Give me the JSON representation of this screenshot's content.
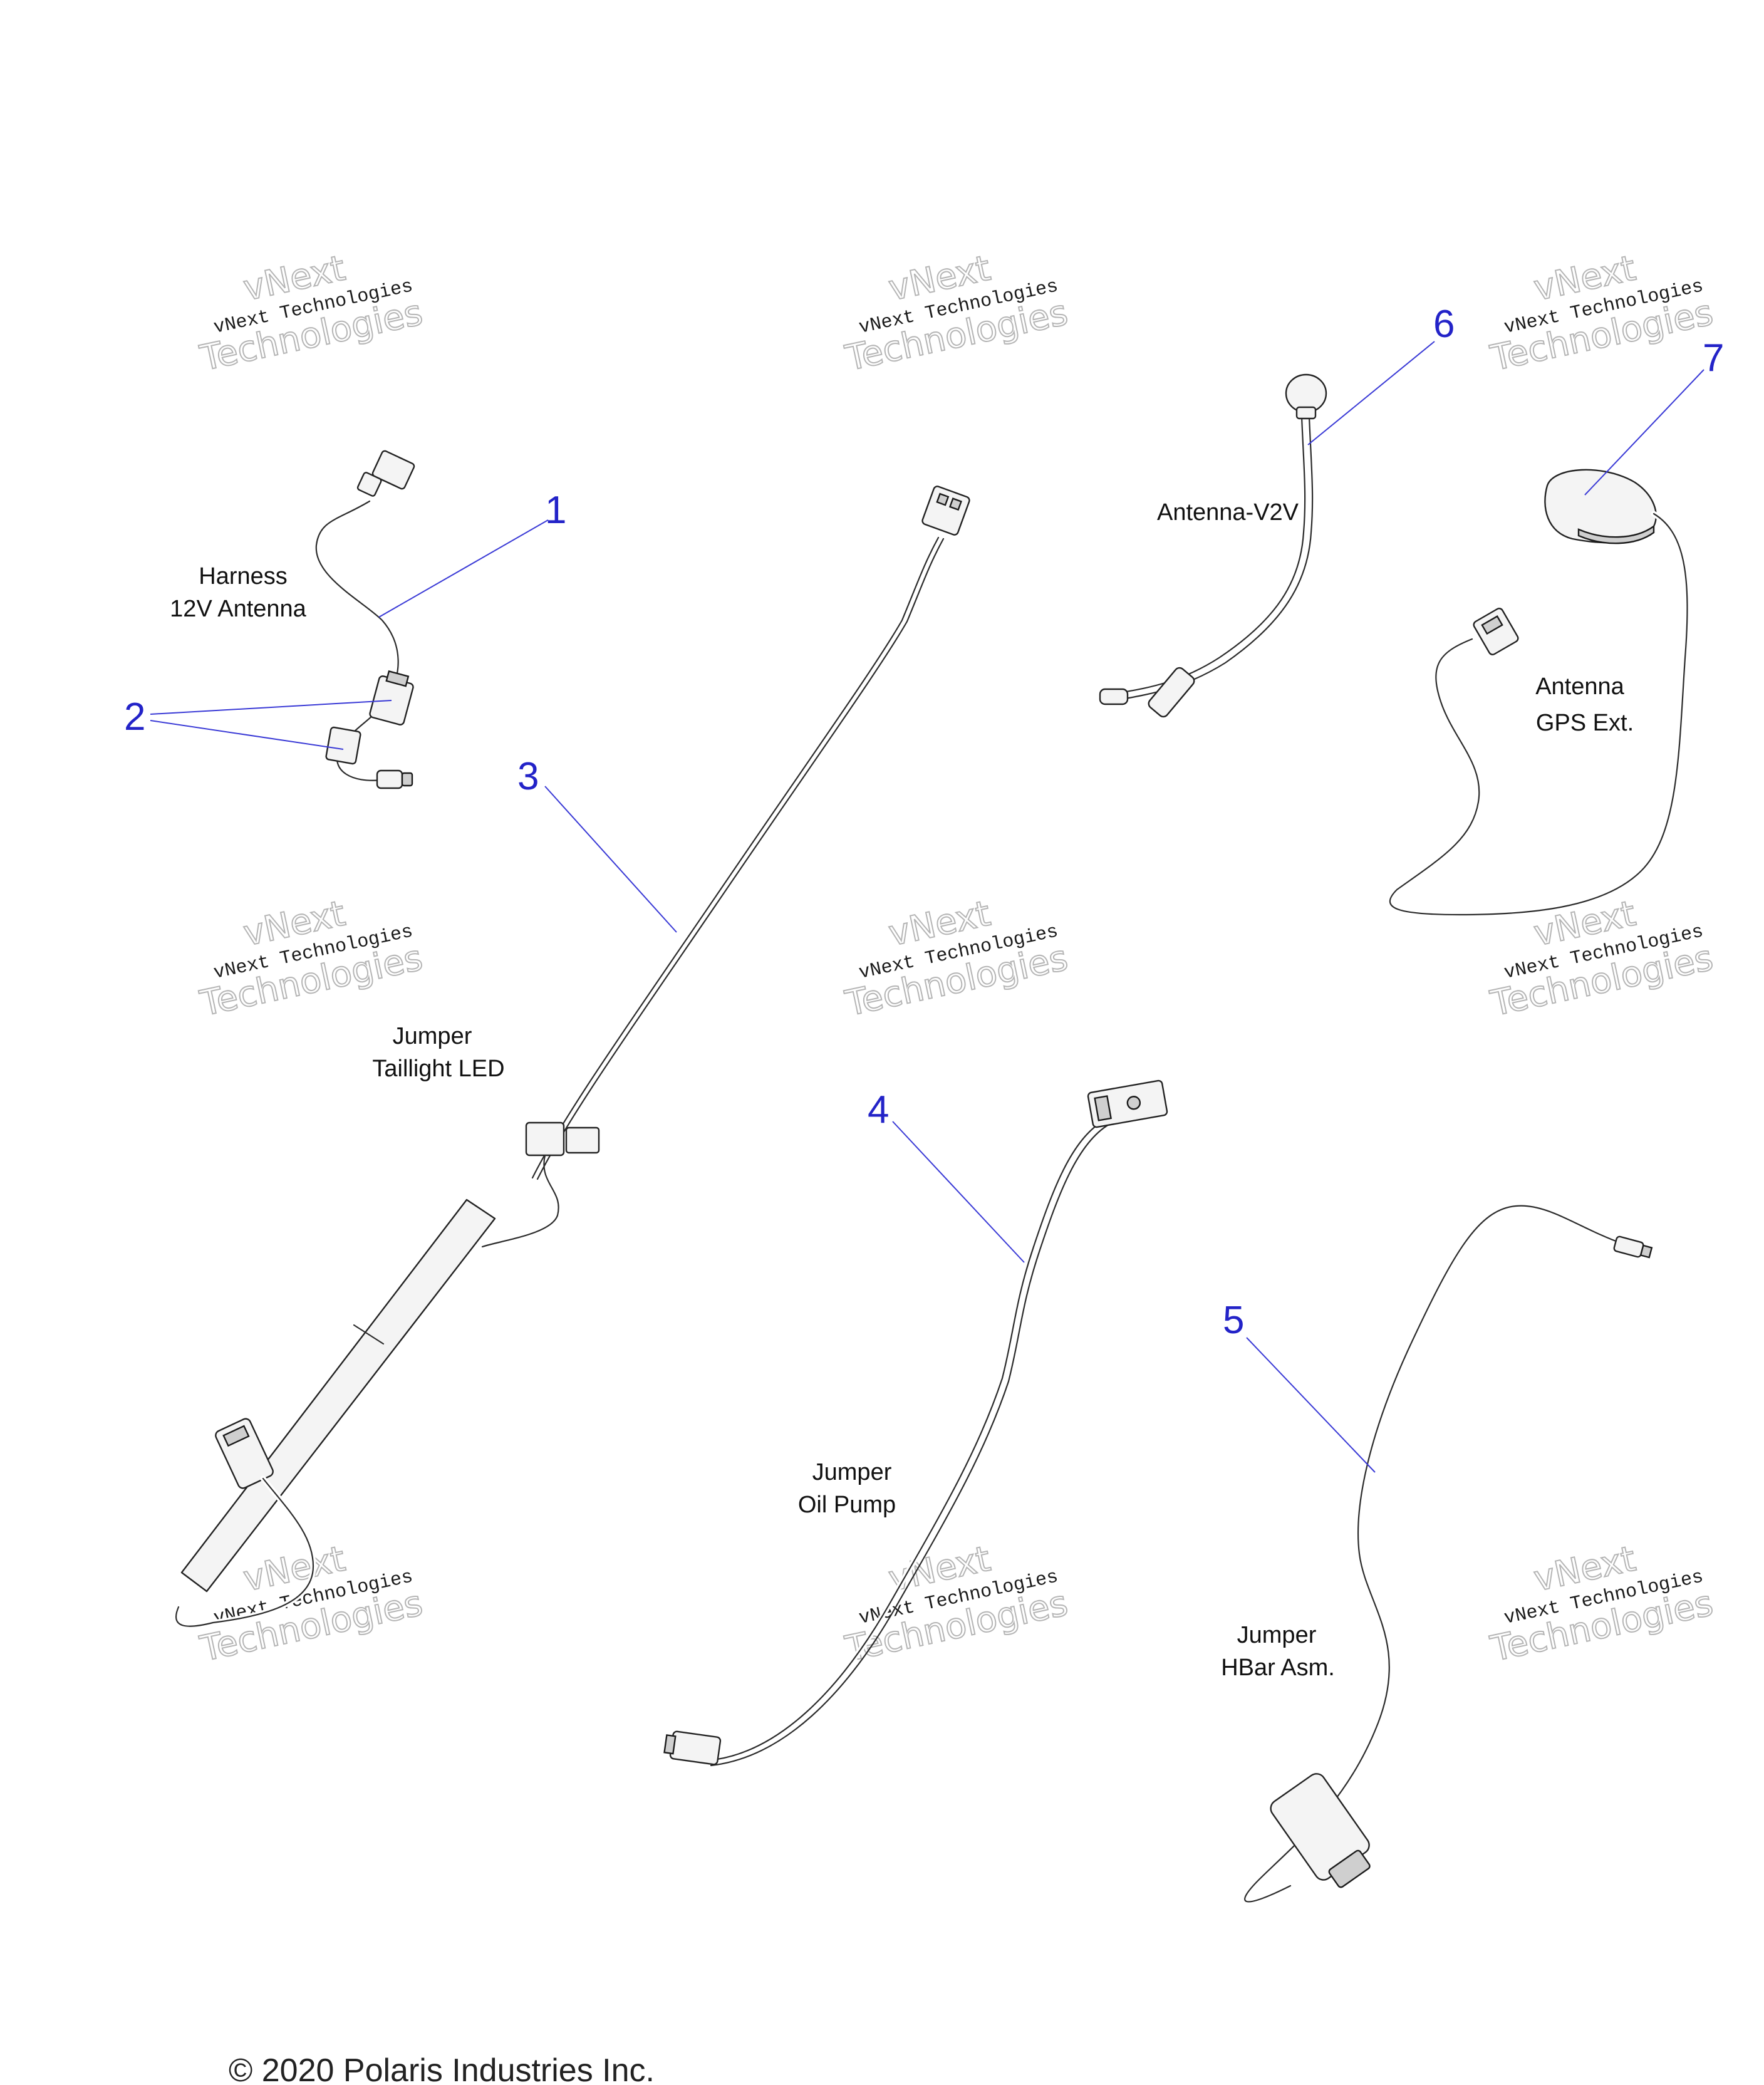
{
  "diagram": {
    "parts": [
      {
        "callout": "1",
        "name_lines": [
          "Harness",
          "12V Antenna"
        ]
      },
      {
        "callout": "2",
        "name_lines": []
      },
      {
        "callout": "3",
        "name_lines": [
          "Jumper",
          "Taillight LED"
        ]
      },
      {
        "callout": "4",
        "name_lines": [
          "Jumper",
          "Oil Pump"
        ]
      },
      {
        "callout": "5",
        "name_lines": [
          "Jumper",
          "HBar Asm."
        ]
      },
      {
        "callout": "6",
        "name_lines": [
          "Antenna-V2V"
        ]
      },
      {
        "callout": "7",
        "name_lines": [
          "Antenna",
          "GPS Ext."
        ]
      }
    ]
  },
  "watermark": {
    "line1": "vNext",
    "line2": "vNext Technologies",
    "line3": "Technologies"
  },
  "footer": {
    "copyright": "© 2020 Polaris Industries Inc."
  },
  "colors": {
    "callout": "#2323c8",
    "leader": "#3a3ad6",
    "line_art": "#222222"
  }
}
